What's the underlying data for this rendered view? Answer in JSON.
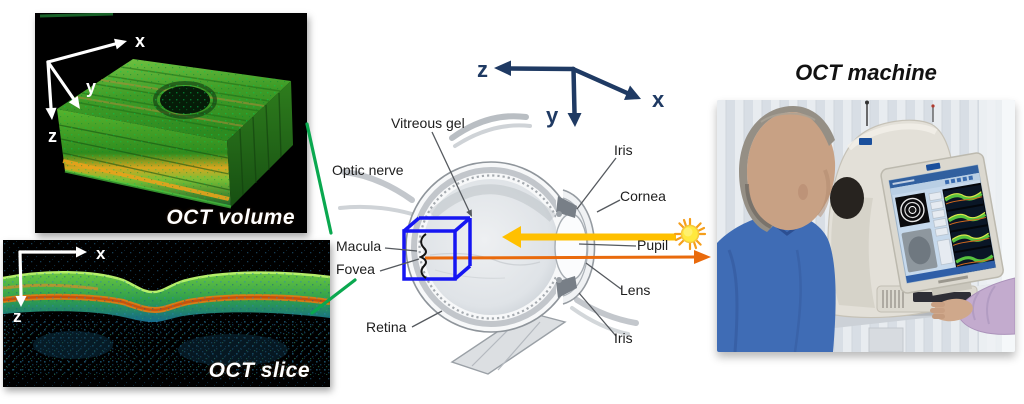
{
  "volume": {
    "caption": "OCT volume",
    "axis_x": "x",
    "axis_y": "y",
    "axis_z": "z"
  },
  "slice": {
    "caption": "OCT slice",
    "axis_x": "x",
    "axis_z": "z"
  },
  "eye_axes": {
    "axis_x": "x",
    "axis_y": "y",
    "axis_z": "z"
  },
  "anatomy": {
    "vitreous": "Vitreous gel",
    "optic_nerve": "Optic nerve",
    "iris_top": "Iris",
    "cornea": "Cornea",
    "pupil": "Pupil",
    "lens": "Lens",
    "iris_bottom": "Iris",
    "macula": "Macula",
    "fovea": "Fovea",
    "retina": "Retina"
  },
  "machine": {
    "caption": "OCT machine"
  },
  "colors": {
    "connector_green": "#0AA84F",
    "cube_blue": "#1616F2",
    "axis_navy": "#1F3A63",
    "beam_yellow": "#FFC000",
    "beam_orange": "#E96A0C",
    "sun_core": "#FFE93E",
    "oct_background": "#000000"
  }
}
